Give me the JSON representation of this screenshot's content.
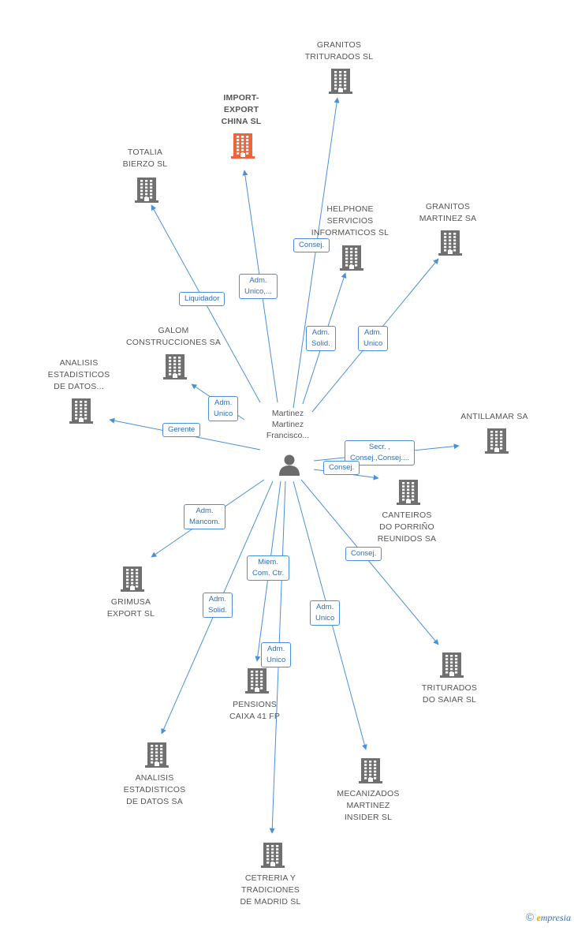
{
  "center": {
    "label": "Martinez\nMartinez\nFrancisco..."
  },
  "nodes": [
    {
      "id": "granitos-triturados",
      "label": "GRANITOS\nTRITURADOS SL",
      "color": "#707070"
    },
    {
      "id": "import-export-china",
      "label": "IMPORT-\nEXPORT\nCHINA SL",
      "color": "#f0643c"
    },
    {
      "id": "totalia-bierzo",
      "label": "TOTALIA\nBIERZO SL",
      "color": "#707070"
    },
    {
      "id": "helphone",
      "label": "HELPHONE\nSERVICIOS\nINFORMATICOS SL",
      "color": "#707070"
    },
    {
      "id": "granitos-martinez",
      "label": "GRANITOS\nMARTINEZ SA",
      "color": "#707070"
    },
    {
      "id": "galom",
      "label": "GALOM\nCONSTRUCCIONES SA",
      "color": "#707070"
    },
    {
      "id": "analisis-1",
      "label": "ANALISIS\nESTADISTICOS\nDE DATOS...",
      "color": "#707070"
    },
    {
      "id": "antillamar",
      "label": "ANTILLAMAR SA",
      "color": "#707070"
    },
    {
      "id": "canteiros",
      "label": "CANTEIROS\nDO PORRIÑO\nREUNIDOS SA",
      "color": "#707070"
    },
    {
      "id": "grimusa",
      "label": "GRIMUSA\nEXPORT SL",
      "color": "#707070"
    },
    {
      "id": "triturados-saiar",
      "label": "TRITURADOS\nDO SAIAR SL",
      "color": "#707070"
    },
    {
      "id": "pensions",
      "label": "PENSIONS\nCAIXA 41 FP",
      "color": "#707070"
    },
    {
      "id": "analisis-2",
      "label": "ANALISIS\nESTADISTICOS\nDE DATOS SA",
      "color": "#707070"
    },
    {
      "id": "mecanizados",
      "label": "MECANIZADOS\nMARTINEZ\nINSIDER SL",
      "color": "#707070"
    },
    {
      "id": "cetreria",
      "label": "CETRERIA Y\nTRADICIONES\nDE MADRID SL",
      "color": "#707070"
    }
  ],
  "relations": [
    {
      "target": "granitos-triturados",
      "label": "Consej."
    },
    {
      "target": "import-export-china",
      "label": "Adm.\nUnico,..."
    },
    {
      "target": "totalia-bierzo",
      "label": "Liquidador"
    },
    {
      "target": "helphone",
      "label": "Adm.\nSolid."
    },
    {
      "target": "granitos-martinez",
      "label": "Adm.\nUnico"
    },
    {
      "target": "galom",
      "label": "Adm.\nUnico"
    },
    {
      "target": "analisis-1",
      "label": "Gerente"
    },
    {
      "target": "antillamar",
      "label": "Secr. ,\nConsej.,Consej...."
    },
    {
      "target": "canteiros",
      "label": "Consej."
    },
    {
      "target": "grimusa",
      "label": "Adm.\nMancom."
    },
    {
      "target": "triturados-saiar",
      "label": "Consej."
    },
    {
      "target": "pensions",
      "label": "Miem.\nCom. Ctr."
    },
    {
      "target": "analisis-2",
      "label": "Adm.\nSolid."
    },
    {
      "target": "mecanizados",
      "label": "Adm.\nUnico"
    },
    {
      "target": "cetreria",
      "label": "Adm.\nUnico"
    }
  ],
  "colors": {
    "edge": "#4a90d9",
    "person": "#6b6b6b"
  },
  "footer": {
    "copyright": "©",
    "brand_initial": "e",
    "brand_rest": "mpresia"
  }
}
